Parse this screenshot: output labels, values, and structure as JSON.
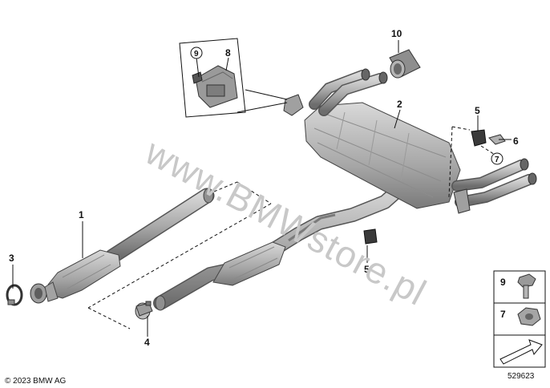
{
  "watermark": "www.BMWstore.pl",
  "copyright": "© 2023 BMW AG",
  "diagram_number": "529623",
  "callouts": {
    "c1": "1",
    "c2": "2",
    "c3": "3",
    "c4": "4",
    "c5a": "5",
    "c5b": "5",
    "c6": "6",
    "c7": "7",
    "c8": "8",
    "c9": "9",
    "c10": "10"
  },
  "legend": {
    "bolt_number": "9",
    "nut_number": "7"
  },
  "parts_icons": {
    "1": "front-pipe-catalytic-converter-icon",
    "2": "rear-muffler-icon",
    "3": "clamp-icon",
    "4": "pipe-clamp-icon",
    "5": "rubber-mount-icon",
    "6": "bracket-icon",
    "7": "hex-nut-icon",
    "8": "exhaust-flap-actuator-icon",
    "9": "hex-bolt-icon",
    "10": "tailpipe-trim-icon"
  },
  "colors": {
    "part_fill": "#b9b9b9",
    "part_dark": "#7a7a7a",
    "line": "#111111",
    "watermark": "#c8c8c8"
  }
}
